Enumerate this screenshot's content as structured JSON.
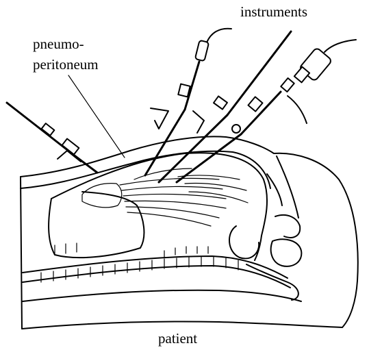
{
  "labels": {
    "instruments": "instruments",
    "pneumo_line1": "pneumo-",
    "pneumo_line2": "peritoneum",
    "patient": "patient"
  },
  "colors": {
    "ink": "#000000",
    "background": "#ffffff"
  },
  "icons": {
    "patient_abdomen": "patient-abdomen-cross-section-drawing",
    "instruments": "laparoscopic-instruments-drawing"
  }
}
